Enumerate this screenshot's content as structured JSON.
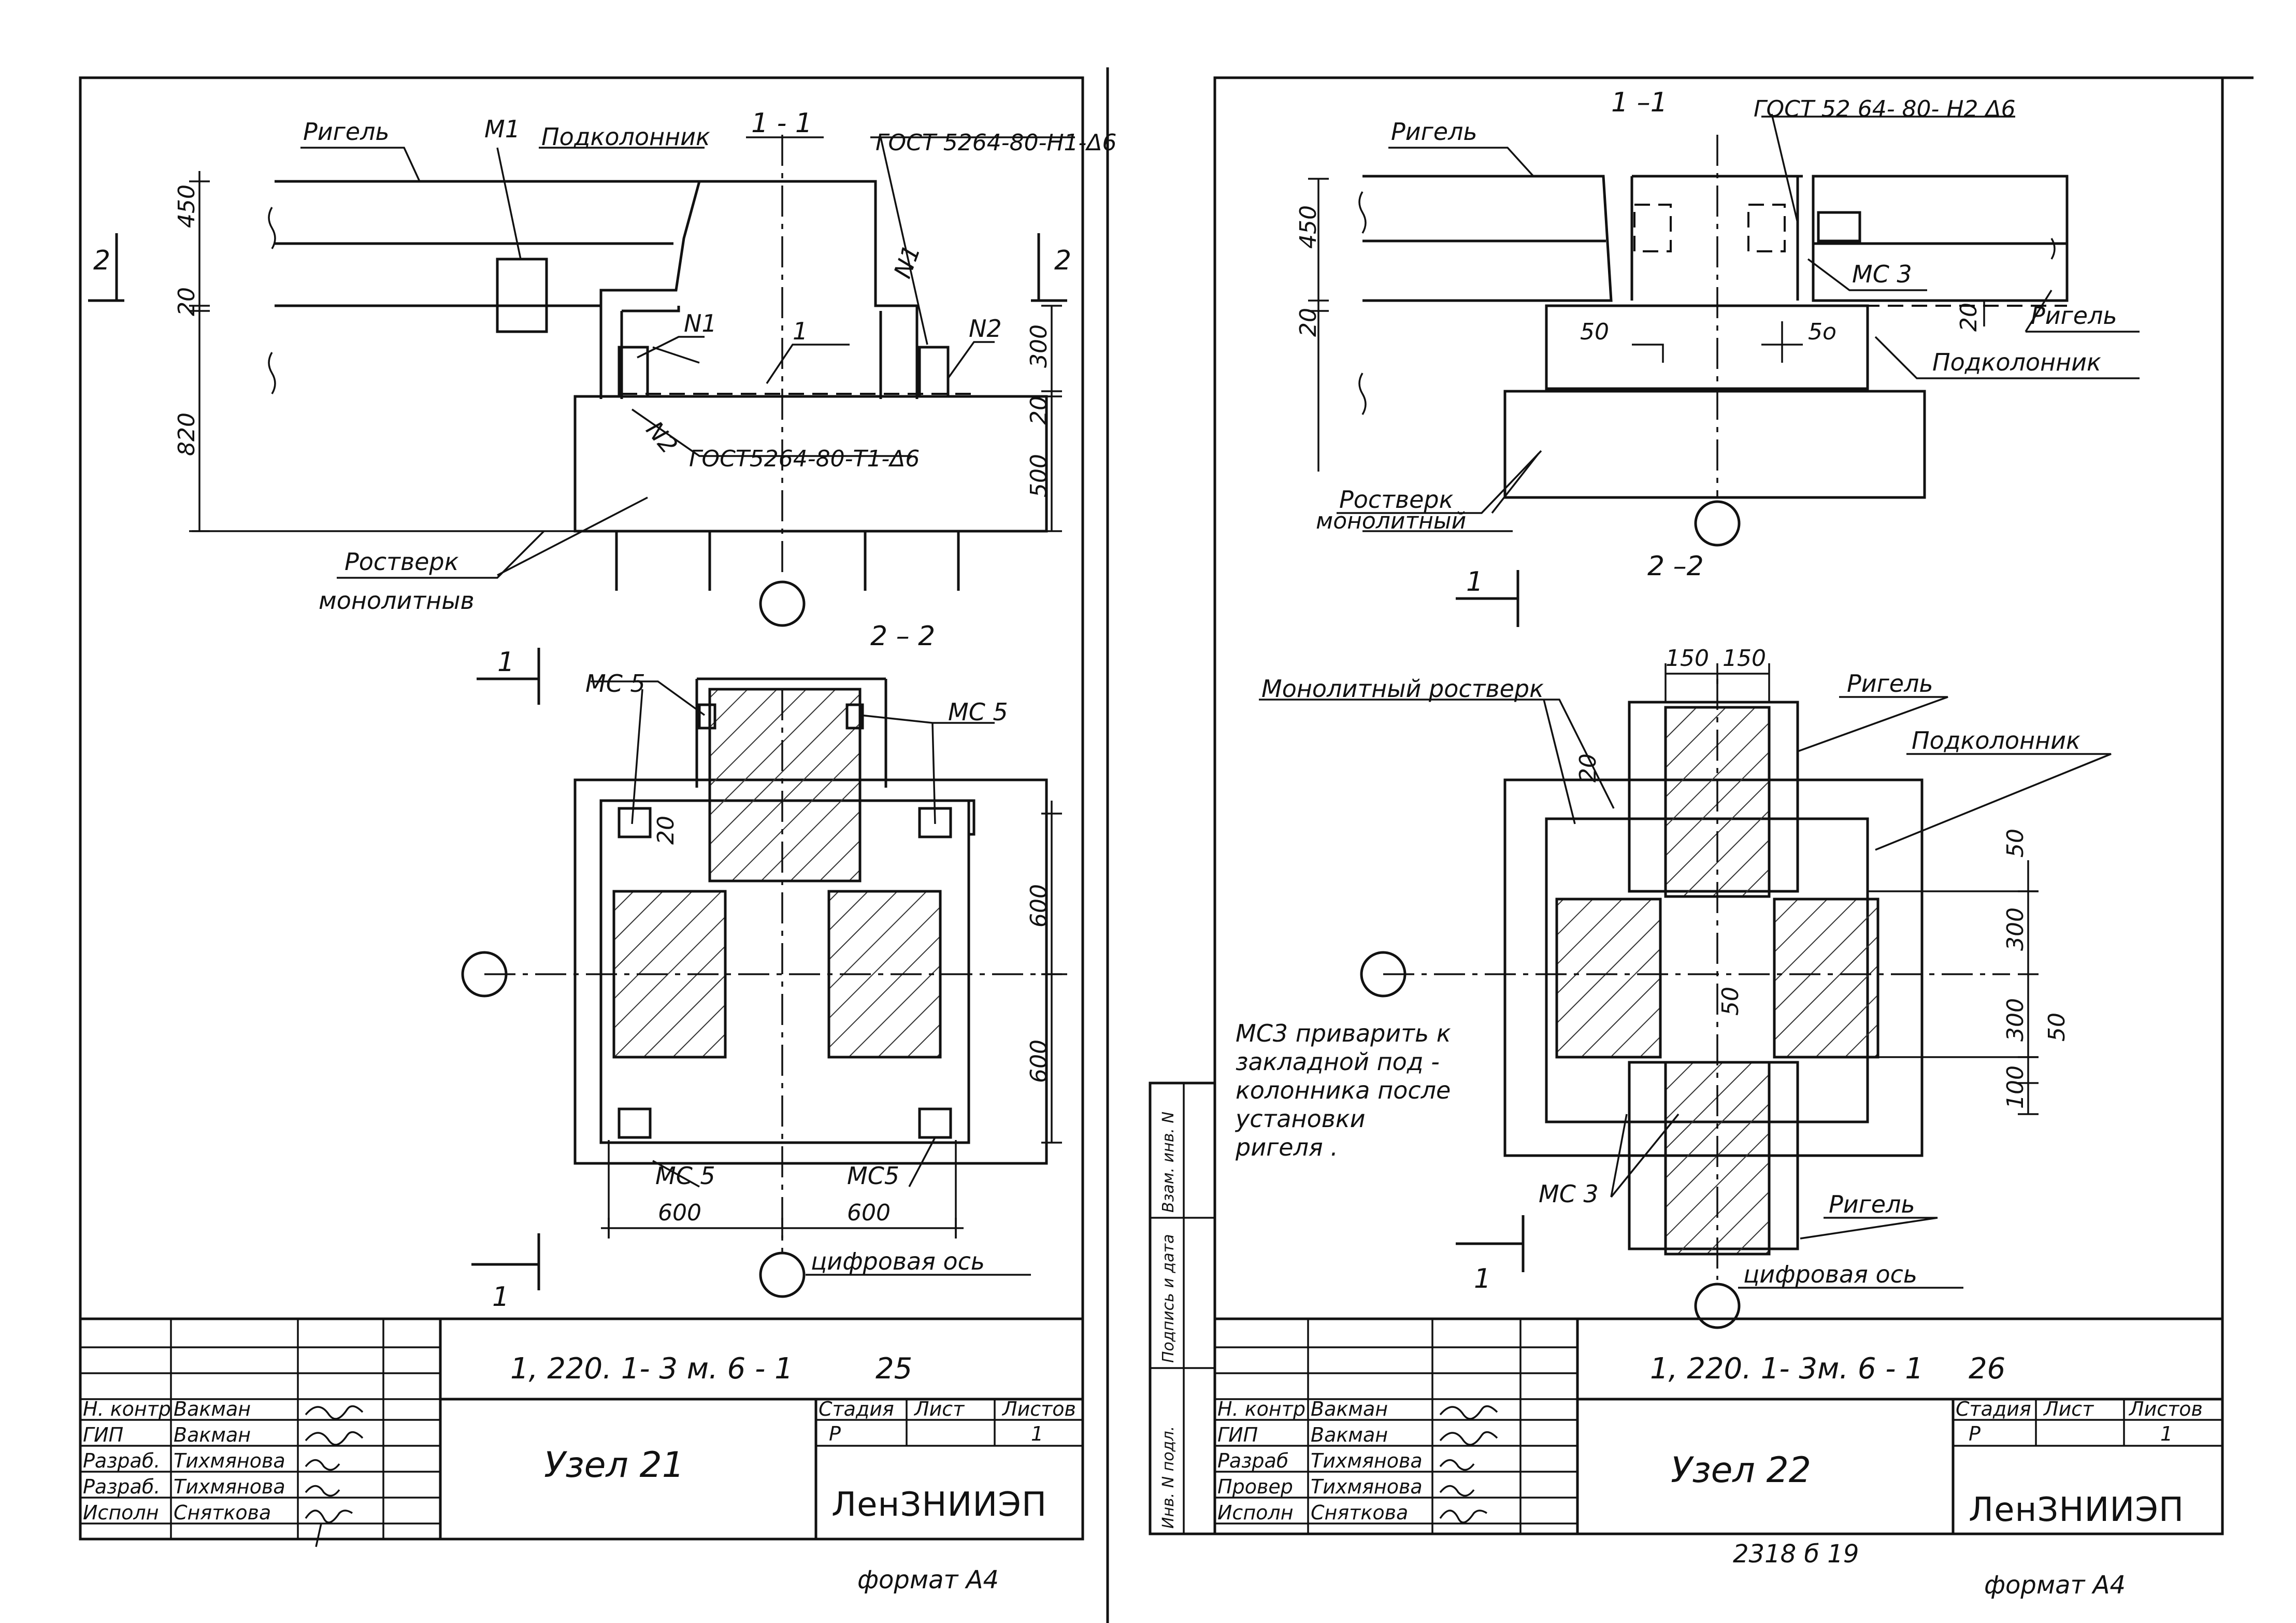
{
  "sheet_left": {
    "labels": {
      "rigel": "Ригель",
      "m1": "М1",
      "podkolonnik": "Подколонник",
      "section_1_1": "1 - 1",
      "gost_top": "ГОСТ 5264-80-Н1-Δ6",
      "n1_a": "N1",
      "n1_b": "N1",
      "n2_a": "N2",
      "n2_b": "N2",
      "one": "1",
      "gost_bottom": "ГОСТ5264-80-Т1-Δ6",
      "rostverk": "Ростверк",
      "monolitny": "монолитныв",
      "section_2_2": "2 – 2",
      "mc5_tl": "МС 5",
      "mc5_tr": "МС 5",
      "mc5_bl": "МС 5",
      "mc5_br": "МС5",
      "cut_2_left": "2",
      "cut_2_right": "2",
      "cut_1_top": "1",
      "cut_1_bottom": "1",
      "axis_label": "цифровая ось"
    },
    "dims": {
      "d450": "450",
      "d20a": "20",
      "d820": "820",
      "d300": "300",
      "d20b": "20",
      "d500": "500",
      "d600_v1": "600",
      "d600_v2": "600",
      "d20_plan": "20",
      "d600_h1": "600",
      "d600_h2": "600"
    },
    "title_block": {
      "code": "1, 220. 1- 3 м.  6 - 1",
      "sheet_no": "25",
      "title": "Узел 21",
      "stage_label": "Стадия",
      "list_label": "Лист",
      "lists_label": "Листов",
      "stage": "Р",
      "lists": "1",
      "org": "ЛенЗНИИЭП",
      "rows": [
        {
          "role": "Н. контр",
          "name": "Вакман"
        },
        {
          "role": "ГИП",
          "name": "Вакман"
        },
        {
          "role": "Разраб.",
          "name": "Тихмянова"
        },
        {
          "role": "Разраб.",
          "name": "Тихмянова"
        },
        {
          "role": "Исполн",
          "name": "Сняткова"
        }
      ],
      "format": "формат А4"
    }
  },
  "sheet_right": {
    "labels": {
      "section_1_1": "1 –1",
      "gost_top": "ГОСТ 52 64- 80- Н2 Δ6",
      "rigel_tl": "Ригель",
      "mc3_top": "МС 3",
      "rigel_r": "Ригель",
      "podkolonnik_top": "Подколонник",
      "rostverk": "Ростверк",
      "monolitny": "монолитный",
      "section_2_2": "2 –2",
      "cut_1_top": "1",
      "cut_1_bottom": "1",
      "monolit_rostverk": "Монолитный ростверк",
      "rigel_plan_top": "Ригель",
      "podkolonnik_plan": "Подколонник",
      "note": [
        "МС3 приварить к",
        "закладной под -",
        "колонника после",
        "установки",
        "ригеля ."
      ],
      "mc3_bottom": "МС 3",
      "rigel_plan_bottom": "Ригель",
      "axis_label": "цифровая ось"
    },
    "dims": {
      "d450": "450",
      "d20a": "20",
      "d50a": "50",
      "d50b": "5о",
      "d20b": "20",
      "d150a": "150",
      "d150b": "150",
      "d20_plan": "20",
      "d50_v1": "50",
      "d300_v1": "300",
      "d300_v2": "300",
      "d50_v2": "50",
      "d100": "100",
      "d50_mid": "50"
    },
    "side_strip": [
      "Взам. инв. N",
      "Подпись и дата",
      "Инв. N подл."
    ],
    "title_block": {
      "code": "1, 220. 1- 3м. 6 - 1",
      "sheet_no": "26",
      "title": "Узел 22",
      "stage_label": "Стадия",
      "list_label": "Лист",
      "lists_label": "Листов",
      "stage": "Р",
      "lists": "1",
      "org": "ЛенЗНИИЭП",
      "rows": [
        {
          "role": "Н. контр",
          "name": "Вакман"
        },
        {
          "role": "ГИП",
          "name": "Вакман"
        },
        {
          "role": "Разраб",
          "name": "Тихмянова"
        },
        {
          "role": "Провер",
          "name": "Тихмянова"
        },
        {
          "role": "Исполн",
          "name": "Сняткова"
        }
      ],
      "bottom_note": "2318 б   19",
      "format": "формат А4"
    }
  }
}
